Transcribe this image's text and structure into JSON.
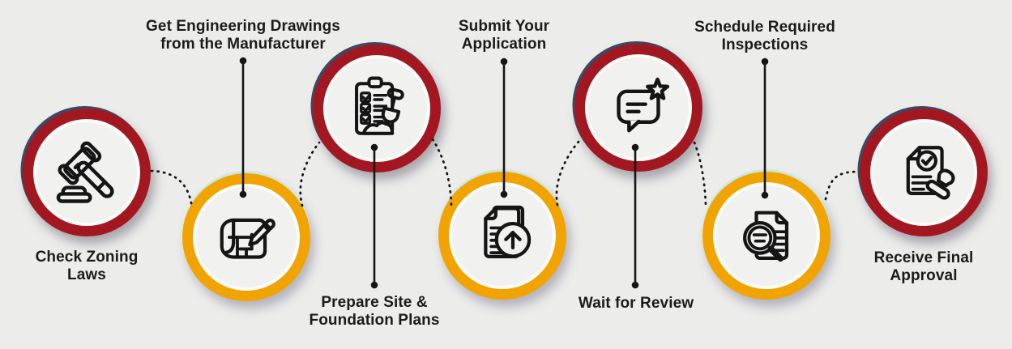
{
  "diagram": {
    "type": "process-flow-infographic",
    "background": "#ECECEB",
    "colors": {
      "ring_red": "#A31721",
      "ring_yellow": "#F1A400",
      "ring_accent_navy": "#3C4963",
      "inner_circle": "#F1F1F0",
      "text": "#1B1B1B",
      "line": "#151515"
    },
    "steps": [
      {
        "id": 1,
        "ring": "red",
        "icon": "gavel-icon",
        "label_position": "below",
        "label": {
          "line1": "Check Zoning",
          "line2": "Laws"
        }
      },
      {
        "id": 2,
        "ring": "yellow",
        "icon": "blueprint-pencil-icon",
        "label_position": "above",
        "label": {
          "line1": "Get Engineering Drawings",
          "line2": "from the Manufacturer"
        }
      },
      {
        "id": 3,
        "ring": "red",
        "icon": "checklist-shovel-icon",
        "label_position": "below",
        "label": {
          "line1": "Prepare Site &",
          "line2": "Foundation Plans"
        }
      },
      {
        "id": 4,
        "ring": "yellow",
        "icon": "upload-documents-icon",
        "label_position": "above",
        "label": {
          "line1": "Submit Your",
          "line2": "Application"
        }
      },
      {
        "id": 5,
        "ring": "red",
        "icon": "chat-star-icon",
        "label_position": "below",
        "label": {
          "line1": "Wait for Review",
          "line2": ""
        }
      },
      {
        "id": 6,
        "ring": "yellow",
        "icon": "document-magnifier-icon",
        "label_position": "above",
        "label": {
          "line1": "Schedule Required",
          "line2": "Inspections"
        }
      },
      {
        "id": 7,
        "ring": "red",
        "icon": "approved-document-stamp-icon",
        "label_position": "below",
        "label": {
          "line1": "Receive Final",
          "line2": "Approval"
        }
      }
    ]
  }
}
